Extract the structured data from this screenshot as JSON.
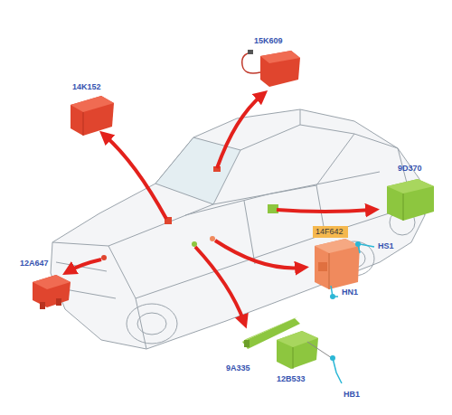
{
  "diagram": {
    "nodes": [
      {
        "text": [
          "14F642"
        ]
      }
    ],
    "labels": [
      "14K152",
      "15K609",
      "9D370",
      "HS1",
      "HN1",
      "12A647",
      "9A335",
      "12B533",
      "HB1"
    ]
  }
}
